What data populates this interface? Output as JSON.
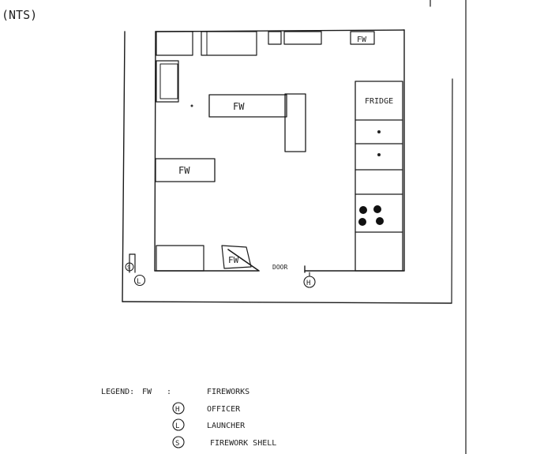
{
  "scale_note": "(NTS)",
  "labels": {
    "fw": "FW",
    "fridge": "FRIDGE",
    "door": "DOOR"
  },
  "markers": {
    "officer": "H",
    "launcher": "L",
    "shell": "S"
  },
  "legend": {
    "title": "LEGEND:",
    "key": "FW",
    "separator": ":",
    "fw_desc": "FIREWORKS",
    "items": [
      {
        "symbol": "H",
        "desc": "OFFICER"
      },
      {
        "symbol": "L",
        "desc": "LAUNCHER"
      },
      {
        "symbol": "S",
        "desc": "FIREWORK SHELL"
      }
    ]
  }
}
